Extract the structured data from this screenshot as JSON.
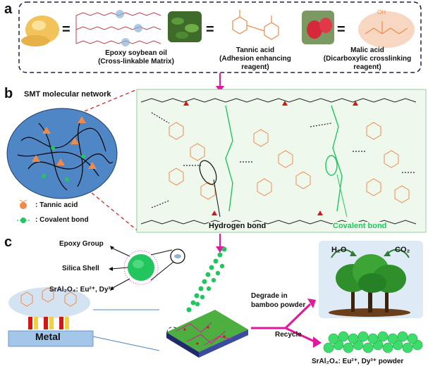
{
  "panel_a": {
    "letter": "a",
    "items": [
      {
        "title": "Epoxy soybean oil",
        "subtitle": "(Cross-linkable Matrix)"
      },
      {
        "title": "Tannic acid",
        "subtitle": "(Adhesion enhancing",
        "subtitle2": "reagent)"
      },
      {
        "title": "Malic acid",
        "subtitle": "(Dicarboxylic crosslinking",
        "subtitle2": "reagent)"
      }
    ],
    "oh_label": "OH"
  },
  "panel_b": {
    "letter": "b",
    "title": "SMT molecular network",
    "legend": [
      {
        "label": ": Tannic acid"
      },
      {
        "label": ": Covalent bond"
      }
    ],
    "annotations": {
      "hydrogen_bond": "Hydrogen bond",
      "covalent_bond": "Covalent bond"
    }
  },
  "panel_c": {
    "letter": "c",
    "particle_labels": {
      "epoxy": "Epoxy Group",
      "silica": "Silica Shell",
      "core": "SrAl₂O₄: Eu²⁺, Dy³⁺"
    },
    "metal_label": "Metal",
    "degrade_label_1": "Degrade in",
    "degrade_label_2": "bamboo powder",
    "recycle_label": "Recycle",
    "h2o_label": "H₂O",
    "co2_label": "CO₂",
    "powder_label": "SrAl₂O₄: Eu²⁺, Dy³⁺ powder"
  },
  "colors": {
    "orange": "#f08a4b",
    "green": "#22c55e",
    "magenta": "#e1189e",
    "red_dash": "#d01818",
    "blue_oval": "#4a86c7",
    "dark_blue": "#1e2a6a"
  }
}
